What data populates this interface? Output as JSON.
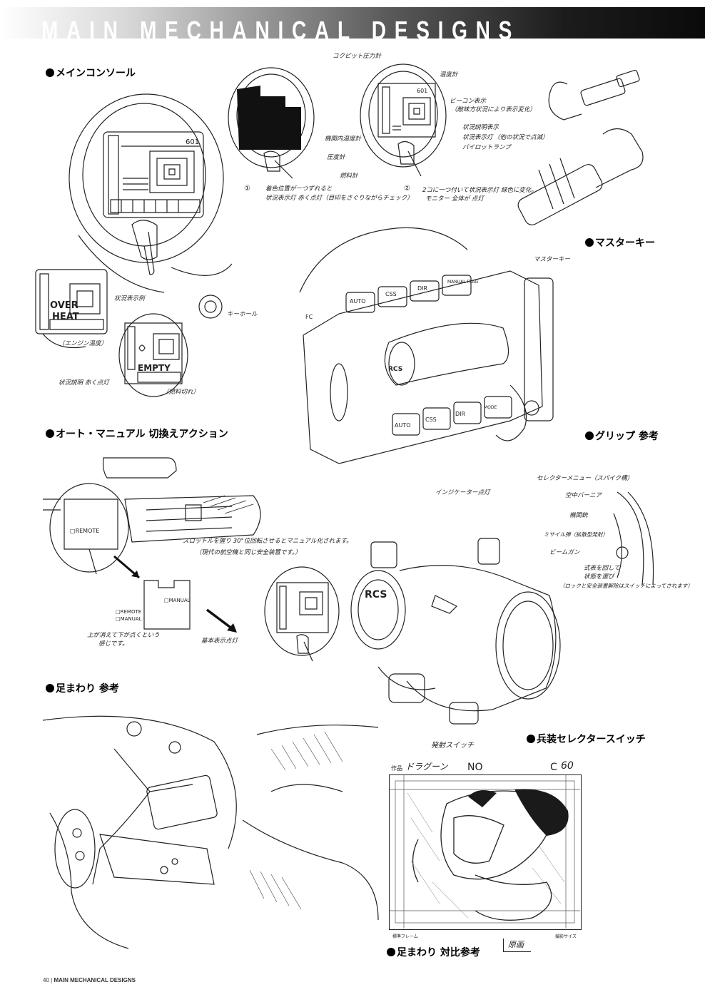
{
  "header": {
    "title": "MAIN MECHANICAL DESIGNS"
  },
  "sections": {
    "main_console": "●メインコンソール",
    "master_key": "●マスターキー",
    "grip_ref": "●グリップ 参考",
    "auto_manual": "●オート・マニュアル 切換えアクション",
    "legs_ref": "●足まわり 参考",
    "weapon_selector": "●兵装セレクタースイッチ",
    "legs_compare": "●足まわり 対比参考"
  },
  "console": {
    "number_601": "601",
    "callout_1": "①",
    "callout_2": "②",
    "note_1_a": "着色位置が一つずれると",
    "note_1_b": "状況表示灯 赤く点灯（目印をさぐりながらチェック）",
    "note_2_a": "2コに一つ付いて状況表示灯 緑色に変化。",
    "note_2_b": "モニター 全体が 点灯",
    "coolant_gauge": "コクピット圧力計",
    "temp_gauge": "温度計",
    "beacon_display": "ビーコン表示",
    "beacon_sub": "（敵味方状況により表示変化）",
    "status_display": "状況説明表示",
    "status_light": "状況表示灯",
    "status_light_sub": "（他の状況で点滅）",
    "cabin_temp": "機関内温度計",
    "pressure_gauge": "圧度計",
    "fuel_gauge": "燃料計",
    "pilot_lamp": "パイロットランプ",
    "status_example": "状況表示例",
    "overheat": "OVER HEAT",
    "empty": "EMPTY",
    "coolant_temp": "（エンジン温度）",
    "fuel_empty": "（燃料切れ）",
    "status_red": "状況説明 赤く点灯",
    "keyhole": "キーホール"
  },
  "master_key_note": "マスターキー",
  "grip": {
    "buttons_top": [
      "FC",
      "AUTO",
      "CSS",
      "DIR",
      "MANUAL FLAG"
    ],
    "buttons_bottom": [
      "AUTO",
      "CSS",
      "DIR",
      "MODE"
    ],
    "rcs_label": "RCS",
    "indicator_note": "インジケーター点灯"
  },
  "auto_manual": {
    "remote_label": "REMOTE",
    "manual_label": "MANUAL",
    "switch_remote": "REMOTE",
    "switch_manual": "MANUAL",
    "note_rotate": "スロットルを握り 30°位回転させるとマニュアル化されます。",
    "note_rotate_sub": "（現代の航空機と同じ安全装置です。）",
    "note_light_a": "上が消えて下が点くという",
    "note_light_b": "感じです。",
    "note_basic": "基本表示点灯"
  },
  "selector": {
    "menu_title": "セレクターメニュー（スパイク構）",
    "item_1": "空中バーニア",
    "item_2": "機関銃",
    "item_3": "ミサイル弾（拡散型発射）",
    "item_4": "ビームガン",
    "note_a": "式表を回して",
    "note_b": "状態を選び",
    "note_c": "（ロックと安全装置解除はスイッチによってされます）",
    "rcs_label": "RCS",
    "fire_switch": "発射スイッチ"
  },
  "storyboard": {
    "header_left": "作品",
    "title_hand": "ドラグーン",
    "no_label": "NO",
    "cut_label": "C",
    "cut_number": "60",
    "frame_std": "標準フレーム",
    "frame_size": "撮影サイズ",
    "stamp": "原画"
  },
  "footer": {
    "page": "40",
    "label": "MAIN MECHANICAL DESIGNS"
  }
}
